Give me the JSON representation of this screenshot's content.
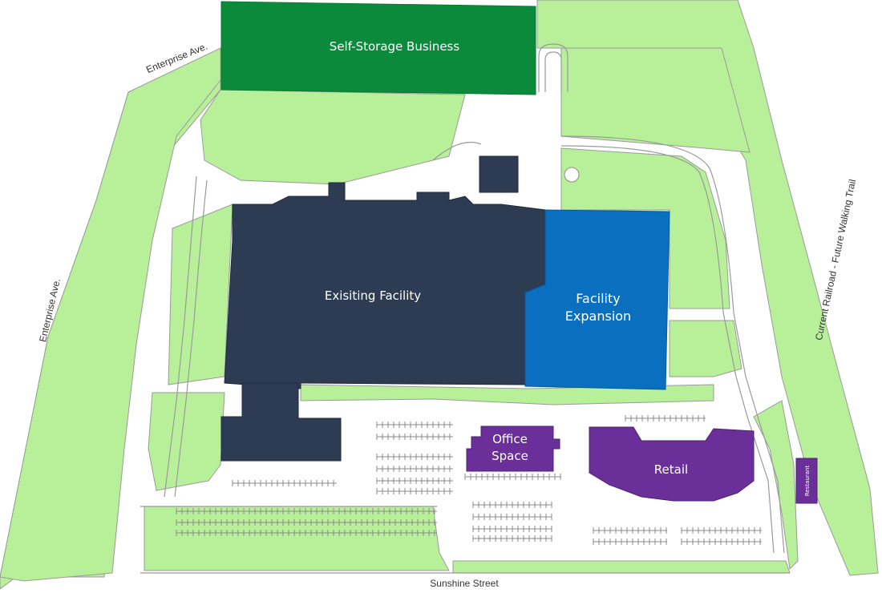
{
  "map": {
    "roads": {
      "enterprise_north": "Enterprise Ave.",
      "enterprise_west": "Enterprise Ave.",
      "sunshine": "Sunshine Street",
      "railroad": "Current Railroad - Future Walking Trail"
    },
    "zones": {
      "self_storage": "Self-Storage Business",
      "existing_facility": "Exisiting Facility",
      "expansion_line1": "Facility",
      "expansion_line2": "Expansion",
      "office_line1": "Office",
      "office_line2": "Space",
      "retail": "Retail",
      "restaurant": "Restaurant"
    },
    "colors": {
      "grass": "#b8f09a",
      "self_storage": "#0a8a3a",
      "existing_facility": "#2d3c53",
      "expansion": "#0b6fbf",
      "commercial": "#6a2f98",
      "paving": "#ffffff",
      "outline": "#9a9a9a"
    }
  }
}
